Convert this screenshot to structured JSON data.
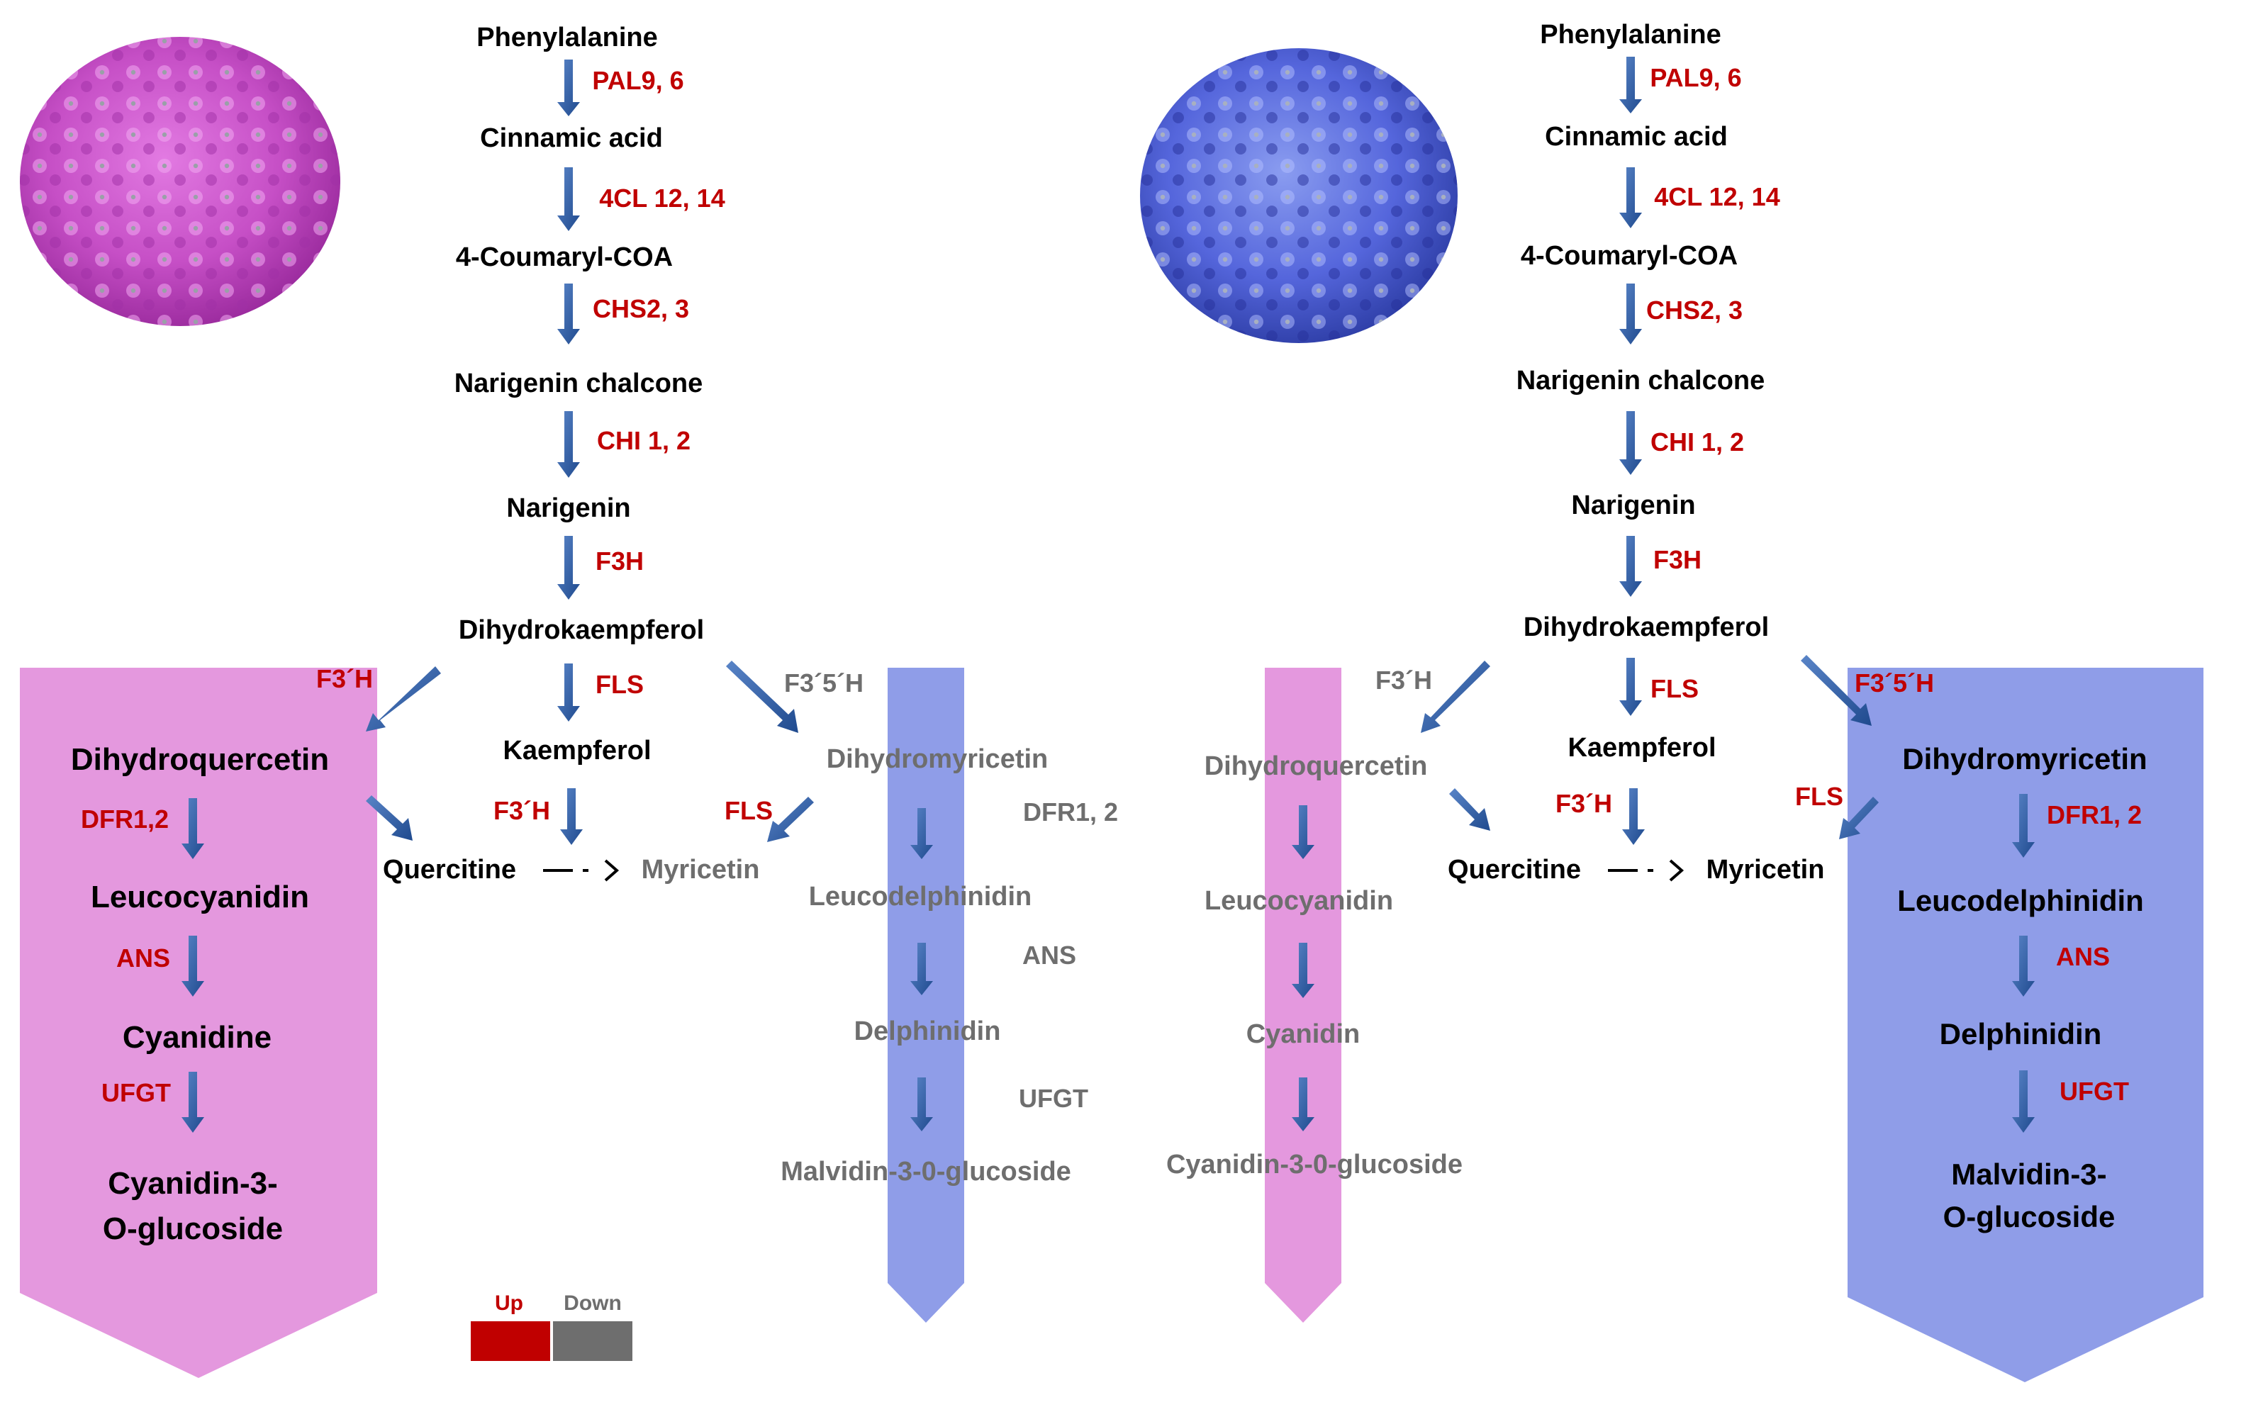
{
  "colors": {
    "up": "#c00000",
    "down": "#6e6e6e",
    "arrow": "#244f93",
    "pink": "#e498de",
    "blue": "#8f9de8"
  },
  "icons": [
    "pink-hydrangea-flower",
    "blue-hydrangea-flower"
  ],
  "pink": {
    "phenylalanine": "Phenylalanine",
    "pal": "PAL9, 6",
    "cinnamic": "Cinnamic acid",
    "cl4": "4CL 12, 14",
    "coumaryl": "4-Coumaryl-COA",
    "chs": "CHS2, 3",
    "chalcone": "Narigenin chalcone",
    "chi": "CHI 1, 2",
    "narigenin": "Narigenin",
    "f3h": "F3H",
    "dihydrokaempferol": "Dihydrokaempferol",
    "f3ph": "F3´H",
    "fls": "FLS",
    "f35h": "F3´5´H",
    "kaempferol": "Kaempferol",
    "f3ph2": "F3´H",
    "fls2": "FLS",
    "quercitine": "Quercitine",
    "myricetin": "Myricetin",
    "dihydroquercetin": "Dihydroquercetin",
    "dfr": "DFR1,2",
    "leucocyanidin": "Leucocyanidin",
    "ans": "ANS",
    "cyanidine": "Cyanidine",
    "ufgt": "UFGT",
    "cyanidin_glucoside": "Cyanidin-3-\nO-glucoside",
    "dihydromyricetin": "Dihydromyricetin",
    "dfr_b": "DFR1, 2",
    "leucodelphinidin": "Leucodelphinidin",
    "ans_b": "ANS",
    "delphinidin": "Delphinidin",
    "ufgt_b": "UFGT",
    "malvidin": "Malvidin-3-0-glucoside"
  },
  "blue": {
    "phenylalanine": "Phenylalanine",
    "pal": "PAL9, 6",
    "cinnamic": "Cinnamic acid",
    "cl4": "4CL 12, 14",
    "coumaryl": "4-Coumaryl-COA",
    "chs": "CHS2, 3",
    "chalcone": "Narigenin chalcone",
    "chi": "CHI 1, 2",
    "narigenin": "Narigenin",
    "f3h": "F3H",
    "dihydrokaempferol": "Dihydrokaempferol",
    "f3ph": "F3´H",
    "fls": "FLS",
    "f35h": "F3´5´H",
    "kaempferol": "Kaempferol",
    "f3ph2": "F3´H",
    "fls2": "FLS",
    "quercitine": "Quercitine",
    "myricetin": "Myricetin",
    "dihydroquercetin": "Dihydroquercetin",
    "leucocyanidin": "Leucocyanidin",
    "cyanidin": "Cyanidin",
    "cyanidin_glucoside": "Cyanidin-3-0-glucoside",
    "dihydromyricetin": "Dihydromyricetin",
    "dfr": "DFR1, 2",
    "leucodelphinidin": "Leucodelphinidin",
    "ans": "ANS",
    "delphinidin": "Delphinidin",
    "ufgt": "UFGT",
    "malvidin": "Malvidin-3-\nO-glucoside"
  },
  "legend": {
    "up": "Up",
    "down": "Down"
  }
}
